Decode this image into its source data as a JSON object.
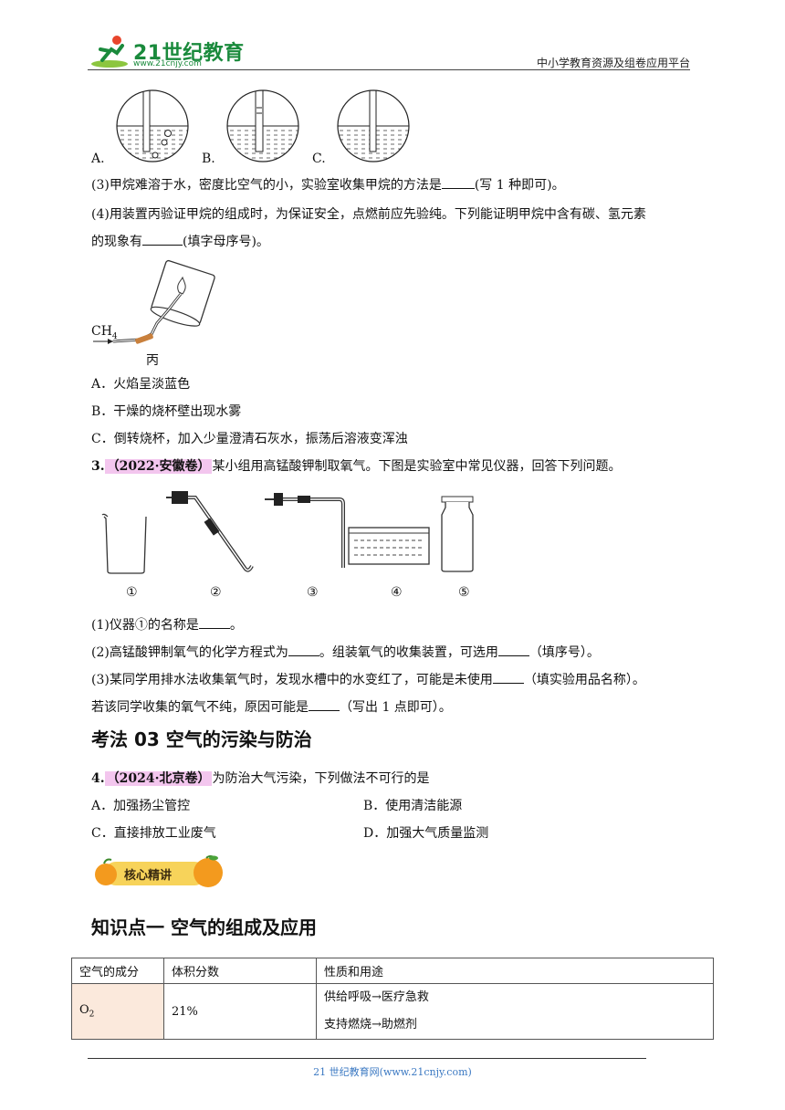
{
  "header": {
    "logo_text": "21世纪教育",
    "logo_url": "www.21cnjy.com",
    "right_text": "中小学教育资源及组卷应用平台"
  },
  "q2_options": {
    "a": "A.",
    "b": "B.",
    "c": "C."
  },
  "q2_p3": {
    "text_before": "(3)甲烷难溶于水，密度比空气的小，实验室收集甲烷的方法是",
    "text_after": "(写 1 种即可)。"
  },
  "q2_p4": {
    "line1": "(4)用装置丙验证甲烷的组成时，为保证安全，点燃前应先验纯。下列能证明甲烷中含有碳、氢元素",
    "line2_before": "的现象有",
    "line2_after": "(填字母序号)。"
  },
  "figure_bing": {
    "gas": "CH",
    "gas_sub": "4",
    "label": "丙"
  },
  "q2_choices": [
    "A．火焰呈淡蓝色",
    "B．干燥的烧杯壁出现水雾",
    "C．倒转烧杯，加入少量澄清石灰水，振荡后溶液变浑浊"
  ],
  "q3": {
    "number": "3.",
    "tag": "（2022·安徽卷）",
    "stem": "某小组用高锰酸钾制取氧气。下图是实验室中常见仪器，回答下列问题。",
    "instrument_labels": [
      "①",
      "②",
      "③",
      "④",
      "⑤"
    ],
    "p1_before": "(1)仪器①的名称是",
    "p1_after": "。",
    "p2_before": "(2)高锰酸钾制氧气的化学方程式为",
    "p2_mid": "。组装氧气的收集装置，可选用",
    "p2_after": "（填序号）。",
    "p3_before": "(3)某同学用排水法收集氧气时，发现水槽中的水变红了，可能是未使用",
    "p3_after": "（填实验用品名称）。",
    "p3b_before": "若该同学收集的氧气不纯，原因可能是",
    "p3b_after": "（写出 1 点即可）。"
  },
  "section3_title": "考法 03  空气的污染与防治",
  "q4": {
    "number": "4.",
    "tag": "（2024·北京卷）",
    "stem": "为防治大气污染，下列做法不可行的是",
    "options": [
      "A．加强扬尘管控",
      "B．使用清洁能源",
      "C．直接排放工业废气",
      "D．加强大气质量监测"
    ]
  },
  "badge_text": "核心精讲",
  "knowledge_title": "知识点一  空气的组成及应用",
  "table": {
    "headers": [
      "空气的成分",
      "体积分数",
      "性质和用途"
    ],
    "row1": {
      "component": "O",
      "component_sub": "2",
      "fraction": "21%",
      "uses": [
        "供给呼吸→医疗急救",
        "支持燃烧→助燃剂"
      ]
    }
  },
  "footer": {
    "text": "21 世纪教育网(www.21cnjy.com)"
  },
  "colors": {
    "logo_green": "#1a8a3c",
    "tag_pink": "#f3c6ee",
    "table_shade": "#fbe9dc",
    "badge_orange": "#f39a1e",
    "footer_blue": "#3a78c2"
  }
}
